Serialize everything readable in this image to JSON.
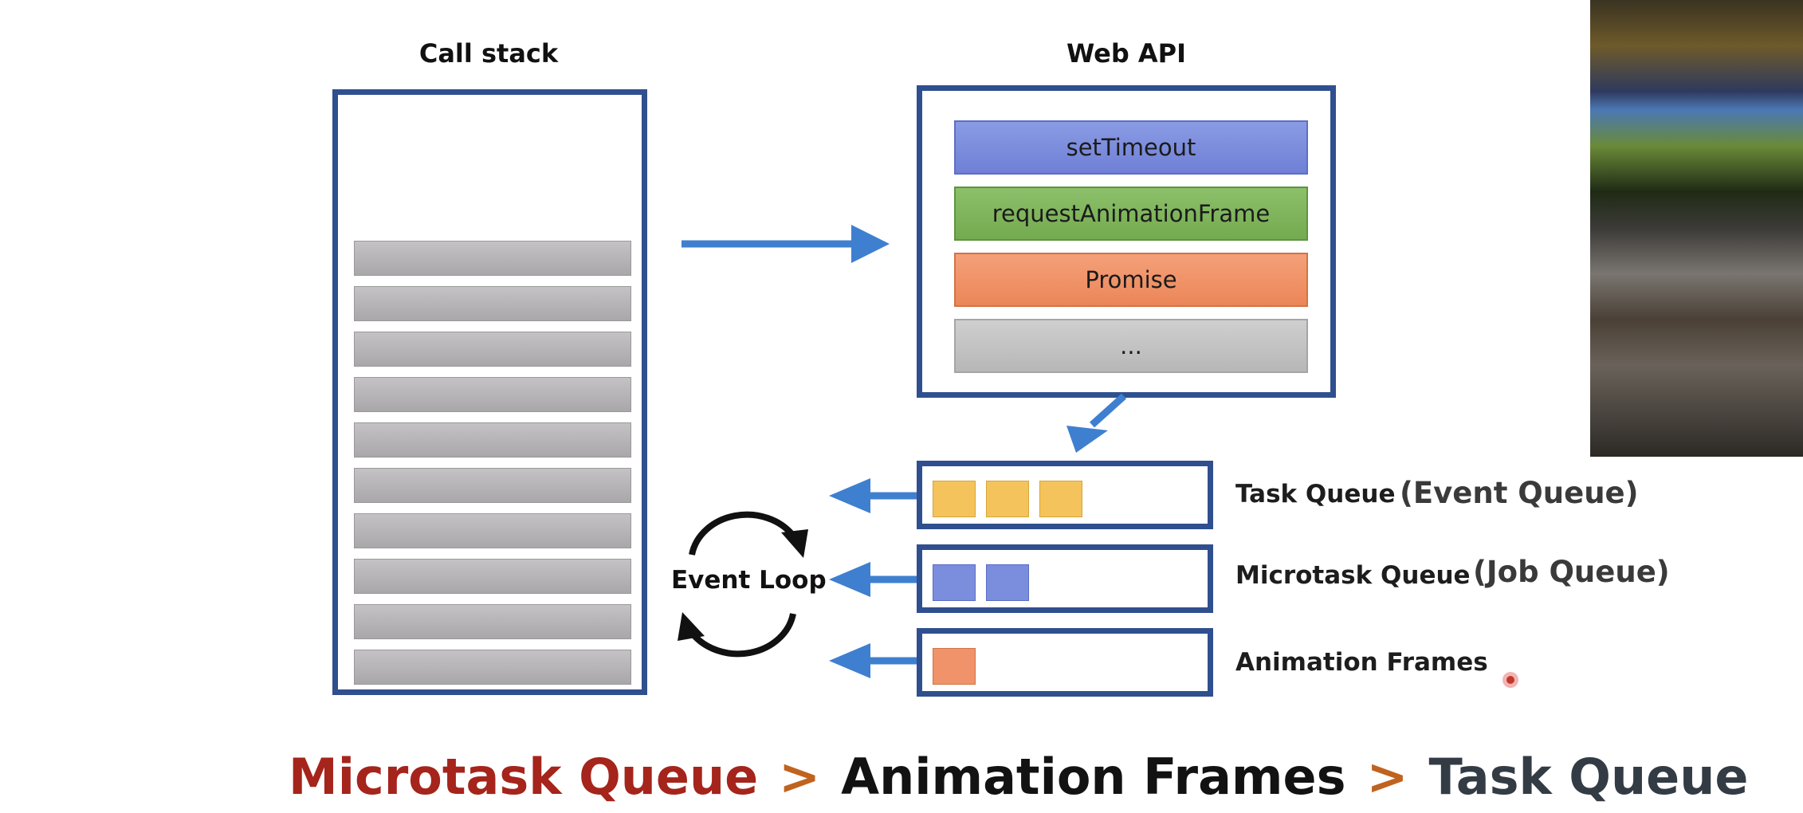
{
  "call_stack": {
    "title": "Call stack",
    "rows": 10
  },
  "web_api": {
    "title": "Web API",
    "items": [
      {
        "label": "setTimeout",
        "color": "#7b8ede"
      },
      {
        "label": "requestAnimationFrame",
        "color": "#7fb35d"
      },
      {
        "label": "Promise",
        "color": "#f0936a"
      },
      {
        "label": "...",
        "color": "#c4c4c4"
      }
    ]
  },
  "event_loop": {
    "label": "Event Loop"
  },
  "queues": [
    {
      "label": "Task Queue",
      "alias": "(Event Queue)",
      "chips": 3,
      "chip_color": "#f4c35c"
    },
    {
      "label": "Microtask Queue",
      "alias": "(Job Queue)",
      "chips": 2,
      "chip_color": "#7b8ede"
    },
    {
      "label": "Animation Frames",
      "alias": "",
      "chips": 1,
      "chip_color": "#f0936a"
    }
  ],
  "priority": {
    "first": "Microtask Queue",
    "second": "Animation Frames",
    "third": "Task Queue",
    "separator": ">",
    "first_color": "#a5241b",
    "second_color": "#121212",
    "third_color": "#333b44",
    "separator_color": "#c0631f"
  },
  "colors": {
    "box_border": "#2f4f8f",
    "arrow": "#3f7fd0"
  }
}
